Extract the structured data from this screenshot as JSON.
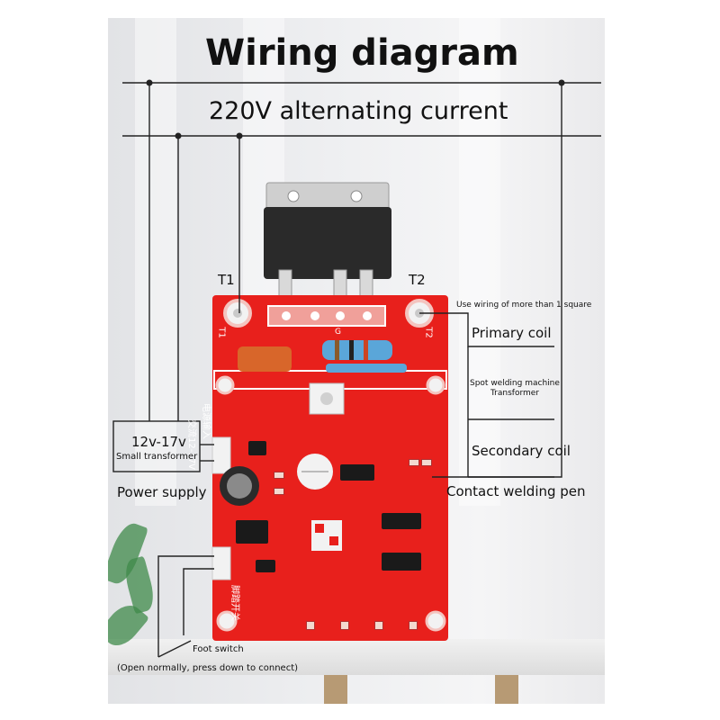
{
  "title": "Wiring diagram",
  "subtitle": "220V alternating current",
  "terminals": {
    "t1": "T1",
    "t2": "T2"
  },
  "wiring_note": "Use wiring of more than 1 square",
  "labels": {
    "primary_coil": "Primary coil",
    "transformer_line1": "Spot welding machine",
    "transformer_line2": "Transformer",
    "secondary_coil": "Secondary coil",
    "contact_pen": "Contact welding pen",
    "transformer_voltage": "12v-17v",
    "small_transformer": "Small transformer",
    "power_supply": "Power supply",
    "foot_switch": "Foot switch",
    "foot_switch_note": "(Open normally, press down to connect)"
  },
  "board_silk": {
    "t1": "T1",
    "t2": "T2",
    "g": "G",
    "input": "交流12-17V",
    "input2": "电源输入",
    "pedal": "脚踏开关"
  },
  "colors": {
    "board": "#e8201c",
    "line": "#222222",
    "thyristor": "#2a2a2a"
  }
}
